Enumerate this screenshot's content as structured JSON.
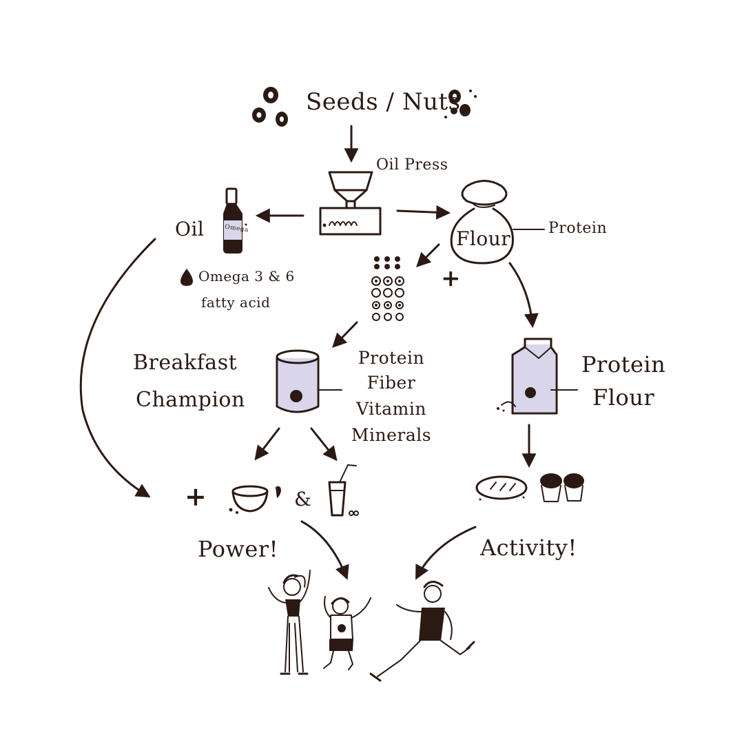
{
  "labels": {
    "seeds_nuts": "Seeds / Nuts",
    "oil_press": "Oil Press",
    "oil": "Oil",
    "omega_bottle": "Omega",
    "omega_text_1": "Omega 3 & 6",
    "omega_text_2": "fatty acid",
    "flour": "Flour",
    "protein": "Protein",
    "plus_1": "+",
    "breakfast": "Breakfast",
    "champion": "Champion",
    "nutrients": [
      "Protein",
      "Fiber",
      "Vitamin",
      "Minerals"
    ],
    "protein_flour_1": "Protein",
    "protein_flour_2": "Flour",
    "plus_2": "+",
    "ampersand": "&",
    "power": "Power!",
    "activity": "Activity!"
  },
  "colors": {
    "ink": "#2b1a14",
    "accent_lavender": "#d9d6ec",
    "background": "#ffffff"
  }
}
